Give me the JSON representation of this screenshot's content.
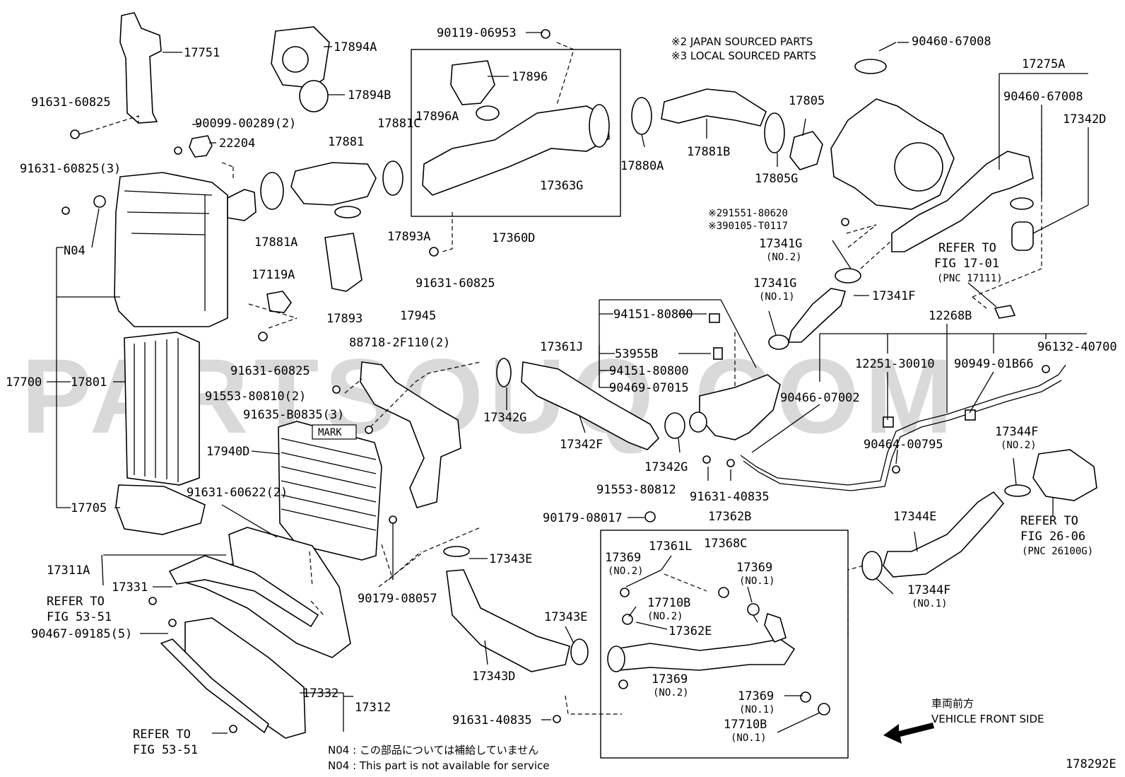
{
  "watermark": "PARTSOUQ.COM",
  "figure_id": "178292E",
  "notes": {
    "japan_sourced": "※2 JAPAN SOURCED PARTS",
    "local_sourced": "※3 LOCAL SOURCED PARTS",
    "n04_jp": "N04 : この部品については補給していません",
    "n04_en": "N04 : This part is not available for service",
    "front_jp": "車両前方",
    "front_en": "VEHICLE FRONT SIDE",
    "mark": "MARK"
  },
  "labels": [
    "17751",
    "91631-60825",
    "17894A",
    "17894B",
    "90119-06953",
    "17896",
    "17896A",
    "90099-00289(2)",
    "22204",
    "17881C",
    "17881",
    "91631-60825(3)",
    "17363G",
    "N04",
    "17881A",
    "17893A",
    "17360D",
    "91631-60825",
    "17119A",
    "17893",
    "17945",
    "88718-2F110(2)",
    "91631-60825",
    "91553-80810(2)",
    "91635-B0835(3)",
    "17700",
    "17801",
    "17940D",
    "91631-60622(2)",
    "17705",
    "17311A",
    "17331",
    "REFER TO",
    "FIG 53-51",
    "90467-09185(5)",
    "17332",
    "17312",
    "REFER TO",
    "FIG 53-51",
    "90179-08057",
    "17343E",
    "17343E",
    "17343D",
    "91631-40835",
    "17342G",
    "17342F",
    "17342G",
    "91553-80812",
    "91631-40835",
    "17361J",
    "94151-80800",
    "53955B",
    "94151-80800",
    "90469-07015",
    "90179-08017",
    "17362B",
    "17361L",
    "17368C",
    "17369",
    "(NO.2)",
    "17369",
    "(NO.1)",
    "17710B",
    "(NO.2)",
    "17362E",
    "17369",
    "(NO.2)",
    "17369",
    "(NO.1)",
    "17710B",
    "(NO.1)",
    "90460-67008",
    "17880A",
    "17881B",
    "17805",
    "17805G",
    "※291551-80620",
    "※390105-T0117",
    "17341G",
    "(NO.2)",
    "17341G",
    "(NO.1)",
    "17341F",
    "17275A",
    "90460-67008",
    "17342D",
    "REFER TO",
    "FIG 17-01",
    "(PNC 17111)",
    "12268B",
    "12251-30010",
    "90949-01B66",
    "96132-40700",
    "90466-07002",
    "90464-00795",
    "17344F",
    "(NO.2)",
    "17344E",
    "REFER TO",
    "FIG 26-06",
    "(PNC 26100G)",
    "17344F",
    "(NO.1)"
  ]
}
